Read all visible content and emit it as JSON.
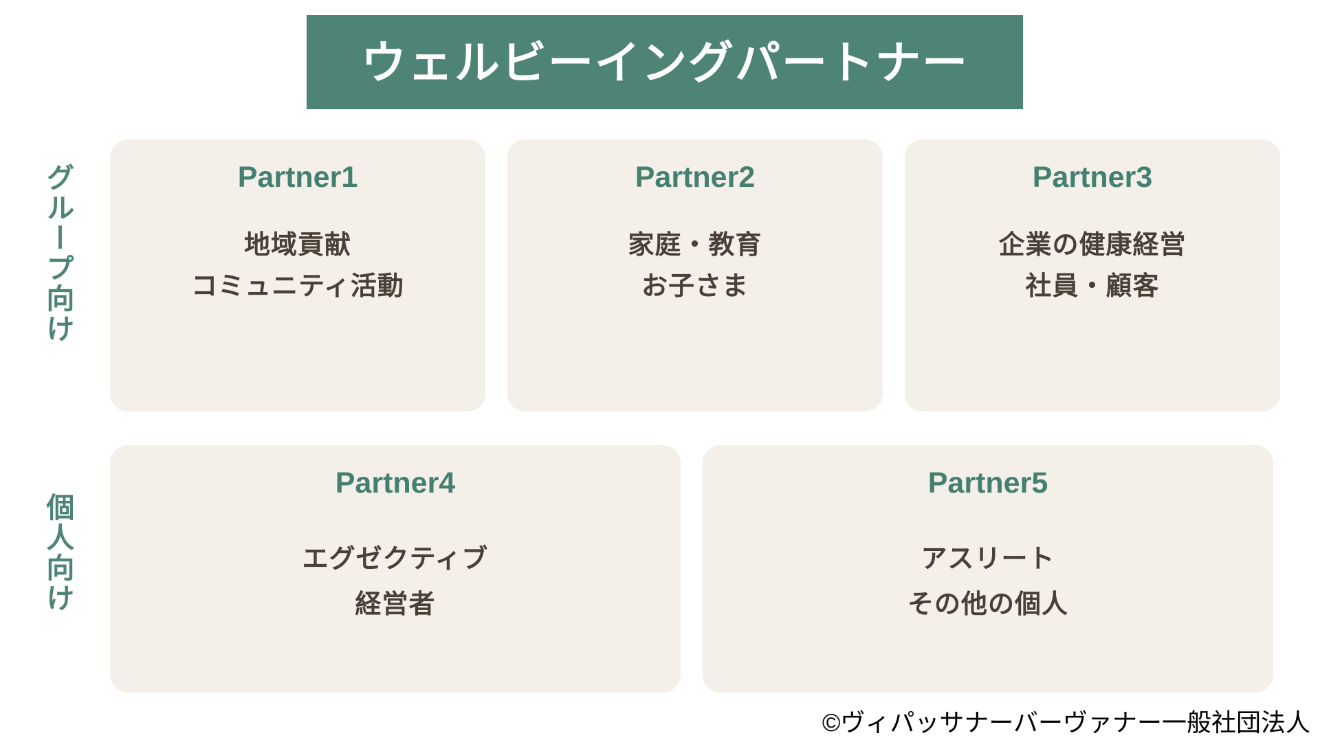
{
  "header": {
    "title": "ウェルビーイングパートナー",
    "banner_color": "#4e8475",
    "title_color": "#ffffff"
  },
  "theme": {
    "accent_green": "#4e8475",
    "card_title_green": "#44806f",
    "card_background": "#f4f0e9",
    "body_text": "#4a3f36",
    "page_background": "#ffffff"
  },
  "rows": [
    {
      "rail_label": "グループ向け",
      "cards": [
        {
          "title": "Partner1",
          "lines": [
            "地域貢献",
            "コミュニティ活動"
          ]
        },
        {
          "title": "Partner2",
          "lines": [
            "家庭・教育",
            "お子さま"
          ]
        },
        {
          "title": "Partner3",
          "lines": [
            "企業の健康経営",
            "社員・顧客"
          ]
        }
      ]
    },
    {
      "rail_label": "個人向け",
      "cards": [
        {
          "title": "Partner4",
          "lines": [
            "エグゼクティブ",
            "経営者"
          ]
        },
        {
          "title": "Partner5",
          "lines": [
            "アスリート",
            "その他の個人"
          ]
        }
      ]
    }
  ],
  "footer": {
    "copyright": "©ヴィパッサナーバーヴァナー一般社団法人"
  }
}
